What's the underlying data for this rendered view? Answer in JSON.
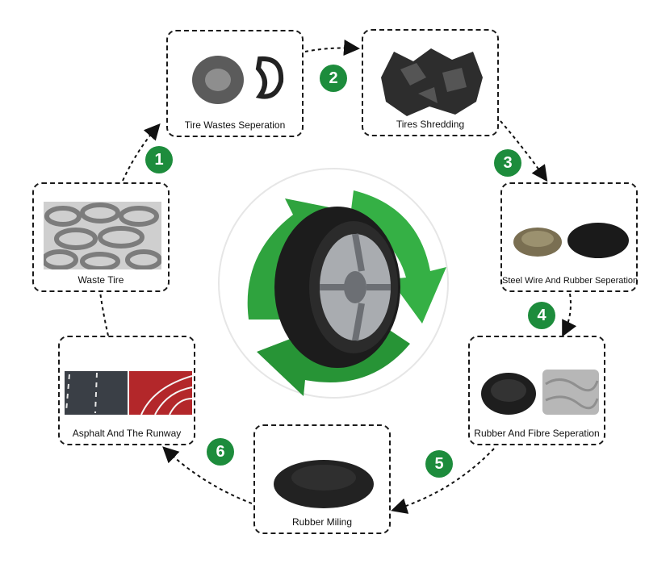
{
  "steps": [
    {
      "number": "1",
      "label": "Tire Wastes Seperation"
    },
    {
      "number": "2",
      "label": "Tires Shredding"
    },
    {
      "number": "3",
      "label": "Steel Wire And Rubber Seperation"
    },
    {
      "number": "4",
      "label": "Rubber And Fibre Seperation"
    },
    {
      "number": "5",
      "label": "Rubber Miling"
    },
    {
      "number": "6",
      "label": "Asphalt And The Runway"
    }
  ],
  "start": {
    "label": "Waste Tire"
  },
  "colors": {
    "badge": "#1d8c3c",
    "recycle_arrow": "#2fa33e",
    "border": "#1a1a1a"
  }
}
